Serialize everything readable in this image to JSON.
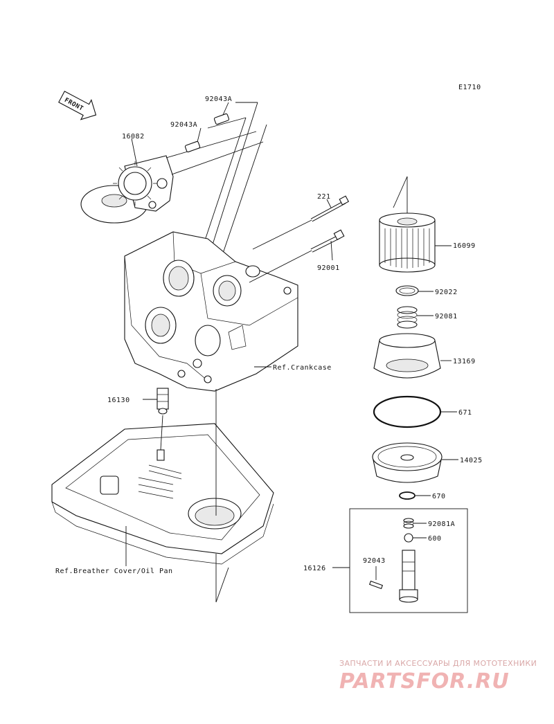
{
  "diagram_code": "E1710",
  "front_arrow_label": "FRONT",
  "labels": {
    "p92043A_top": "92043A",
    "p92043A_mid": "92043A",
    "p16082": "16082",
    "p221": "221",
    "p92001": "92001",
    "p16099": "16099",
    "p92022": "92022",
    "p92081": "92081",
    "p13169": "13169",
    "p671": "671",
    "p14025": "14025",
    "p670": "670",
    "p92081A": "92081A",
    "p600": "600",
    "p92043": "92043",
    "p16126": "16126",
    "p16130": "16130",
    "ref_crankcase": "Ref.Crankcase",
    "ref_breather": "Ref.Breather Cover/Oil Pan"
  },
  "watermark": {
    "tagline": "ЗАПЧАСТИ И АКСЕССУАРЫ ДЛЯ МОТОТЕХНИКИ",
    "logo": "PARTSFOR.RU"
  }
}
